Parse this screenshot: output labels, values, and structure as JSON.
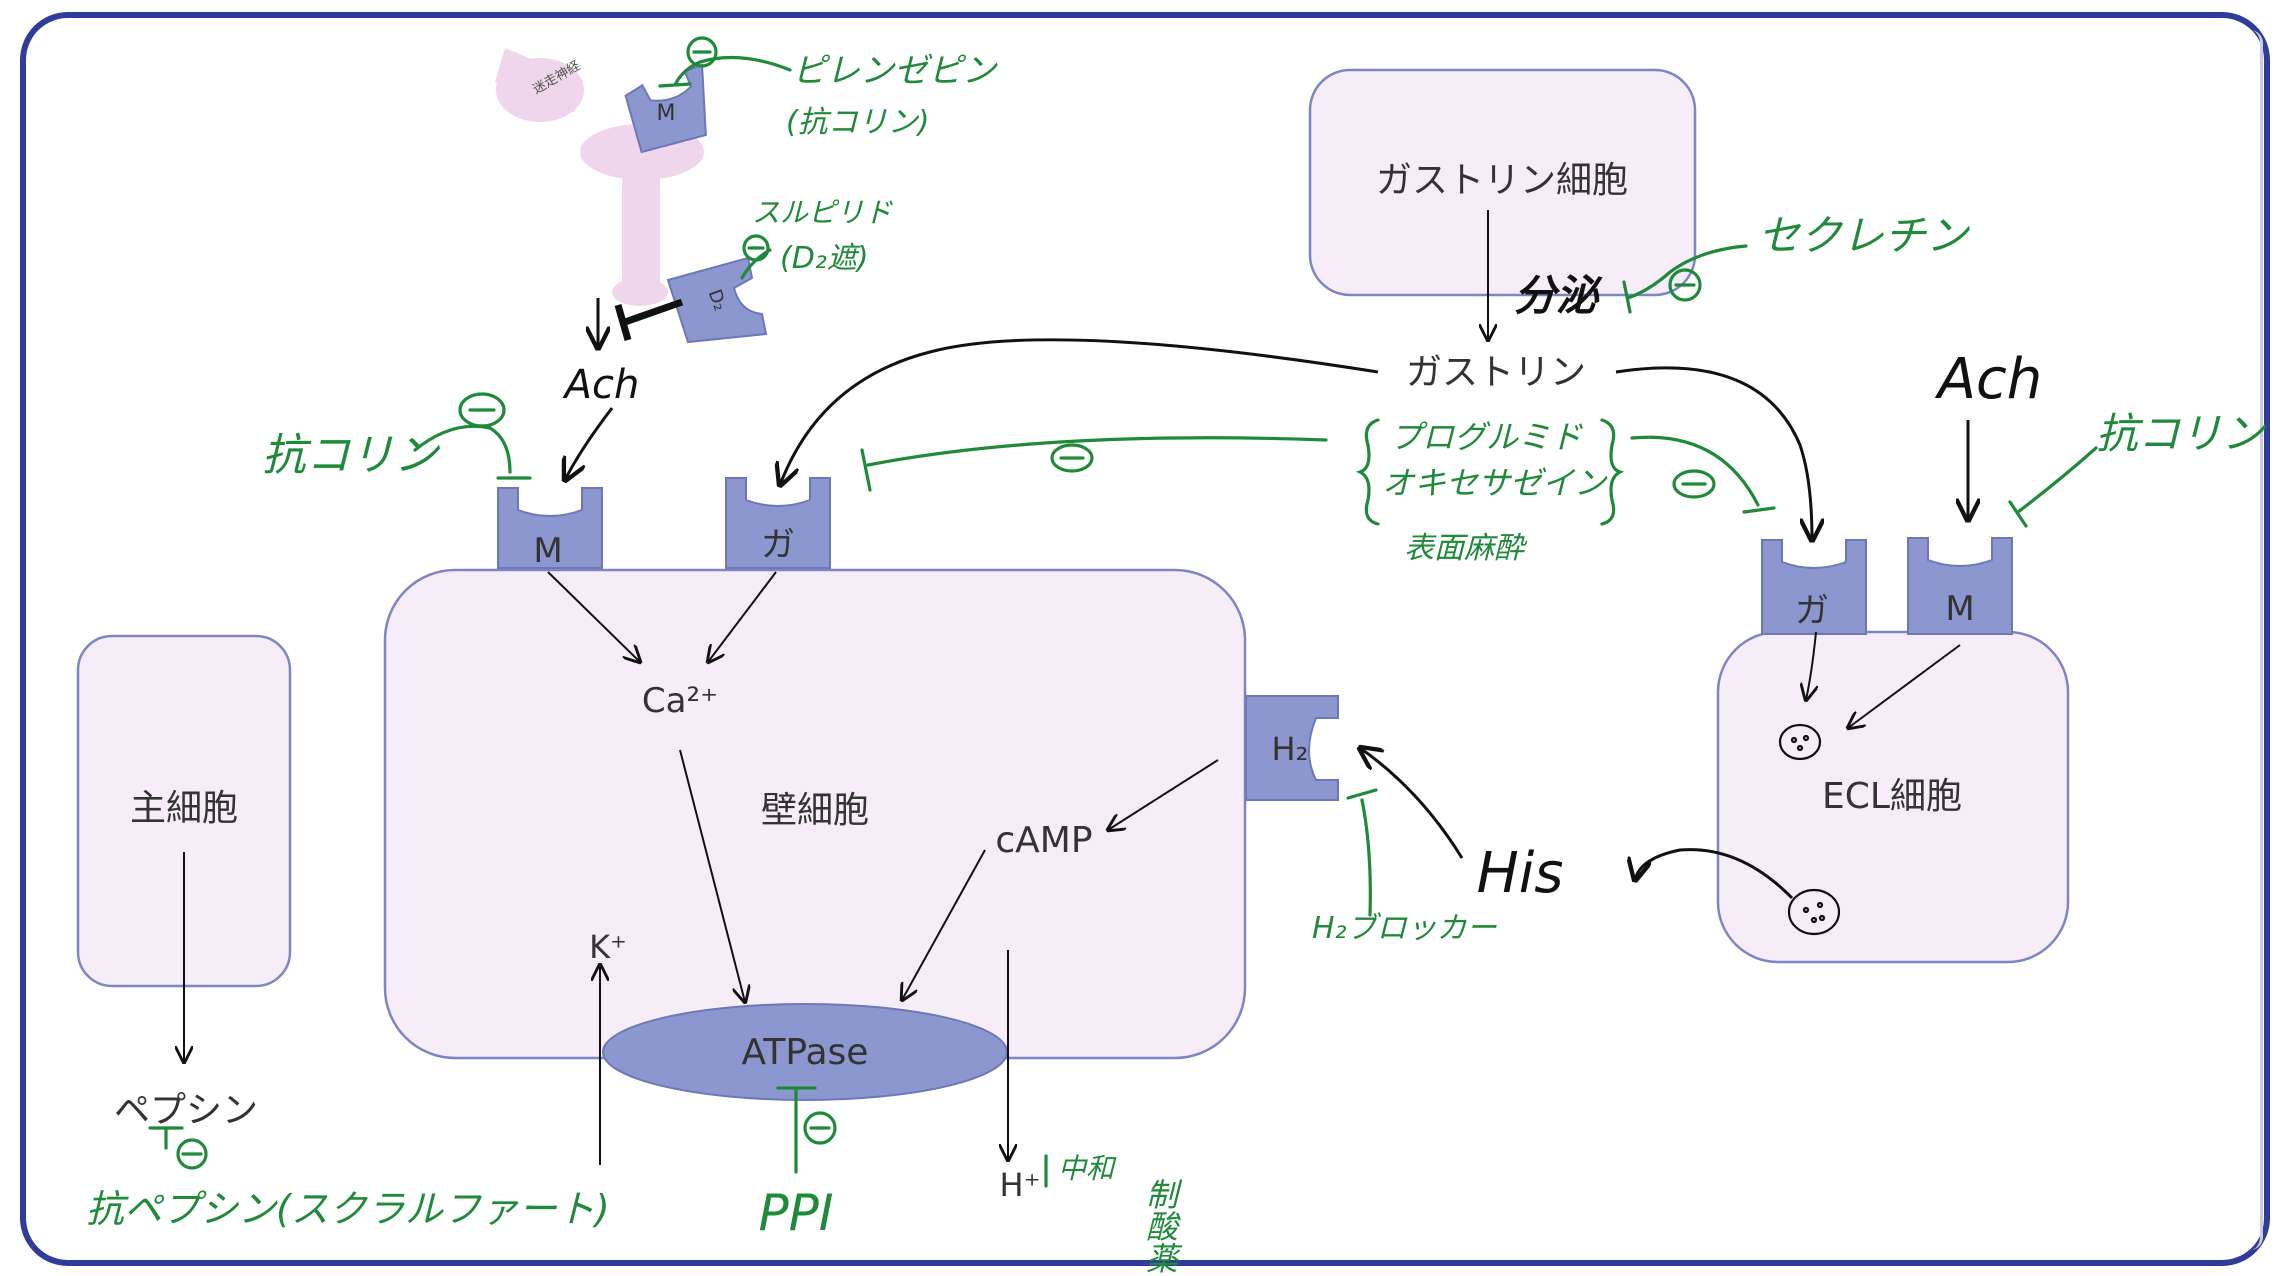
{
  "colors": {
    "frame": "#2f3c9a",
    "cell_fill": "#f7edf9",
    "cell_stroke": "#7d86c2",
    "receptor": "#8c97d0",
    "receptor_stroke": "#6c78b8",
    "annotation_green": "#1f8a3a",
    "ink": "#111111",
    "text": "#333333"
  },
  "cells": {
    "main_cell": "主細胞",
    "parietal_cell": "壁細胞",
    "gastrin_cell": "ガストリン細胞",
    "ecl_cell": "ECL細胞"
  },
  "receptors": {
    "parietal_m": "M",
    "parietal_ga": "ガ",
    "parietal_h2": "H₂",
    "ecl_ga": "ガ",
    "ecl_m": "M",
    "neuron_m": "M",
    "neuron_d2": "D₂",
    "neuron_label": "迷走神経"
  },
  "molecules": {
    "ca": "Ca²⁺",
    "camp": "cAMP",
    "atpase": "ATPase",
    "k": "K⁺",
    "h": "H⁺",
    "pepsin": "ペプシン",
    "gastrin": "ガストリン"
  },
  "handwritten": {
    "ach_top": "Ach",
    "ach_right": "Ach",
    "his": "His",
    "pirenzepine": "ピレンゼピン",
    "pirenzepine_sub": "(抗コリン)",
    "sulpiride": "スルピリド",
    "sulpiride_sub": "(D₂遮)",
    "anticholinergic_left": "抗コリン",
    "anticholinergic_right": "抗コリン",
    "secretin": "セクレチン",
    "secretion": "分泌",
    "proglumide": "プログルミド",
    "oxethazaine": "オキセサゼイン",
    "oxethazaine_sub": "表面麻酔",
    "h2_blocker": "H₂ブロッカー",
    "ppi": "PPI",
    "antipepsin": "抗ペプシン(スクラルファート)",
    "neutralize": "中和",
    "antacid": "制酸薬",
    "minus": "⊖"
  }
}
